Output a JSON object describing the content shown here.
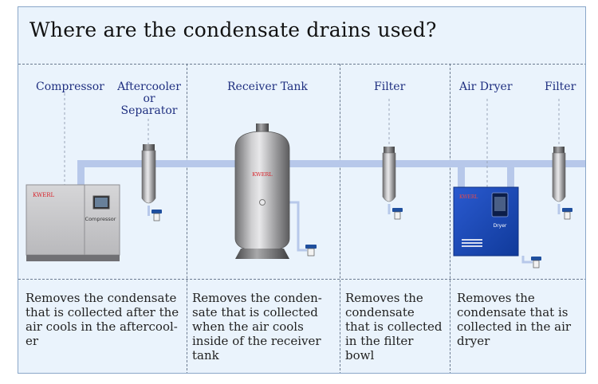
{
  "title": "Where are the condensate drains used?",
  "columns": [
    {
      "label": "Compressor"
    },
    {
      "label_lines": [
        "Aftercooler",
        "or",
        "Separator"
      ]
    },
    {
      "label": "Receiver Tank"
    },
    {
      "label": "Filter"
    },
    {
      "label": "Air Dryer"
    },
    {
      "label": "Filter"
    }
  ],
  "equipment": {
    "compressor_brand": "KWERL",
    "compressor_panel_text": "Compressor",
    "tank_brand": "KWERL",
    "dryer_brand": "KWERL",
    "dryer_panel_text": "Dryer"
  },
  "descriptions": [
    [
      "Removes the condensate",
      "that is collected after the",
      "air cools in the aftercool-",
      "er"
    ],
    [
      "Removes the conden-",
      "sate that is collected",
      "when the air cools",
      "inside of the receiver",
      "tank"
    ],
    [
      "Removes the",
      "condensate",
      "that is collected",
      "in the filter",
      "bowl"
    ],
    [
      "Removes the",
      "condensate that is",
      "collected in the air",
      "dryer"
    ]
  ],
  "colors": {
    "pipe": "#b7c8ea",
    "label_text": "#1f2f80",
    "brand_red": "#d8232a",
    "dryer_blue": "#1846b8",
    "drain_blue": "#1f4f9e"
  }
}
